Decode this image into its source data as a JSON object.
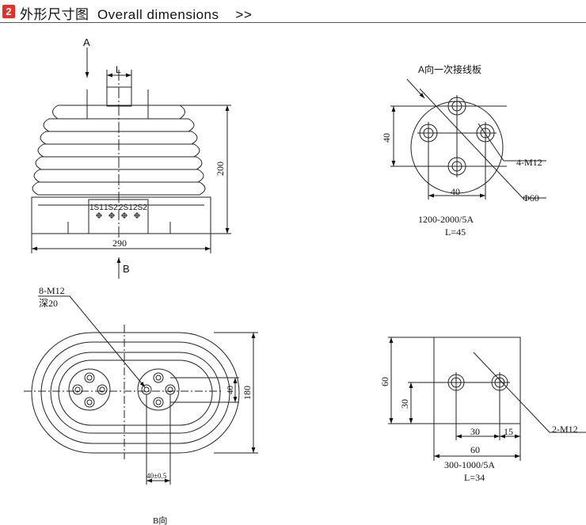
{
  "header": {
    "badge": "2",
    "title": "外形尺寸图  Overall dimensions    >>"
  },
  "front_view": {
    "arrow_a": "A",
    "label_l": "L",
    "dim_height": "200",
    "dim_width": "290",
    "arrow_b": "B",
    "terminals": [
      "1S1",
      "1S2",
      "2S1",
      "2S2"
    ]
  },
  "plate_a": {
    "title": "A向一次接线板",
    "dim_v": "40",
    "dim_h": "40",
    "bolt": "4-M12",
    "diameter": "Φ60",
    "rating": "1200-2000/5A",
    "length": "L=45"
  },
  "bottom_view": {
    "holes": "8-M12",
    "depth": "深20",
    "dim_40": "40",
    "dim_180": "180",
    "dim_tol": "40±0.5",
    "view_label": "B向"
  },
  "plate_b": {
    "dim_60v": "60",
    "dim_30v": "30",
    "dim_30h": "30",
    "dim_15": "15",
    "dim_60h": "60",
    "bolt": "2-M12",
    "rating": "300-1000/5A",
    "length": "L=34"
  }
}
